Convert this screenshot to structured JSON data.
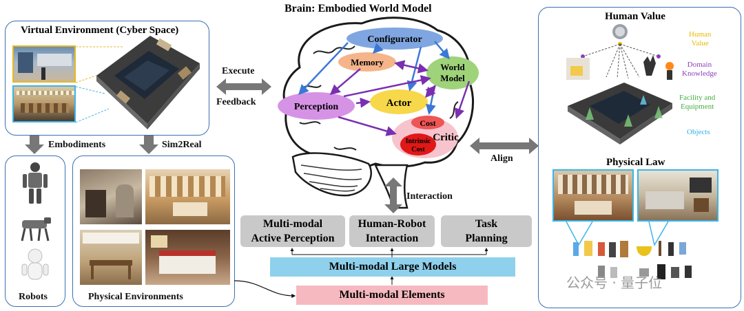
{
  "left_panel": {
    "virtual_title": "Virtual Environment (Cyber Space)",
    "embodiments_label": "Embodiments",
    "sim2real_label": "Sim2Real",
    "robots_label": "Robots",
    "physical_env_label": "Physical Environments"
  },
  "center": {
    "brain_title": "Brain: Embodied World Model",
    "execute_label": "Execute",
    "feedback_label": "Feedback",
    "align_label": "Align",
    "interaction_label": "Interaction",
    "modules": {
      "configurator": "Configurator",
      "memory": "Memory",
      "world_model_1": "World",
      "world_model_2": "Model",
      "perception": "Perception",
      "actor": "Actor",
      "critic": "Critic",
      "cost": "Cost",
      "intrinsic_cost_1": "Intrinsic",
      "intrinsic_cost_2": "Cost"
    },
    "boxes": {
      "active_perception_1": "Multi-modal",
      "active_perception_2": "Active Perception",
      "hri_1": "Human-Robot",
      "hri_2": "Interaction",
      "task_planning_1": "Task",
      "task_planning_2": "Planning"
    },
    "large_models": "Multi-modal Large Models",
    "elements": "Multi-modal  Elements"
  },
  "right_panel": {
    "human_value_title": "Human Value",
    "physical_law_title": "Physical Law",
    "legend": {
      "human_value_1": "Human",
      "human_value_2": "Value",
      "domain_knowledge_1": "Domain",
      "domain_knowledge_2": "Knowledge",
      "facility_1": "Facility and",
      "facility_2": "Equipment",
      "objects": "Objects"
    }
  },
  "watermark": "公众号 · 量子位",
  "colors": {
    "panel_border": "#3a6fb0",
    "configurator": "#7fa6e0",
    "memory": "#f5b48a",
    "world_model": "#9fd37a",
    "perception": "#d693e6",
    "actor": "#f7d84a",
    "critic": "#f7c3cc",
    "cost": "#ee5555",
    "intrinsic_cost": "#e01818",
    "gray_box": "#c9c9c9",
    "large_models_bar": "#8fd1ec",
    "elements_bar": "#f6b9c0",
    "legend_human_value": "#e9b800",
    "legend_domain": "#8b3fb8",
    "legend_facility": "#3fae3f",
    "legend_objects": "#2ab0e0"
  }
}
